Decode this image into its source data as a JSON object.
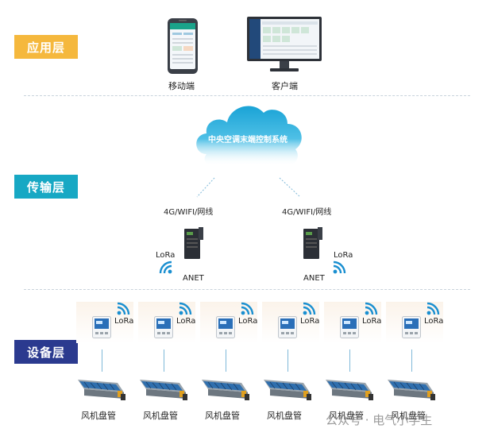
{
  "layers": {
    "application": "应用层",
    "transport": "传输层",
    "device": "设备层"
  },
  "colors": {
    "application": "#f5b83d",
    "transport": "#17a8c4",
    "device": "#2b3a8f",
    "cloud": "#1aa3d6"
  },
  "clients": {
    "mobile": "移动端",
    "desktop": "客户端"
  },
  "cloud": {
    "title": "中央空调末端控制系统"
  },
  "gateways": [
    {
      "network": "4G/WIFI/网线",
      "lora": "LoRa",
      "name": "ANET"
    },
    {
      "network": "4G/WIFI/网线",
      "lora": "LoRa",
      "name": "ANET"
    }
  ],
  "devices": [
    {
      "lora": "LoRa",
      "fcu": "风机盘管"
    },
    {
      "lora": "LoRa",
      "fcu": "风机盘管"
    },
    {
      "lora": "LoRa",
      "fcu": "风机盘管"
    },
    {
      "lora": "LoRa",
      "fcu": "风机盘管"
    },
    {
      "lora": "LoRa",
      "fcu": "风机盘管"
    },
    {
      "lora": "LoRa",
      "fcu": "风机盘管"
    }
  ],
  "watermark": "公众号 · 电气小学生"
}
